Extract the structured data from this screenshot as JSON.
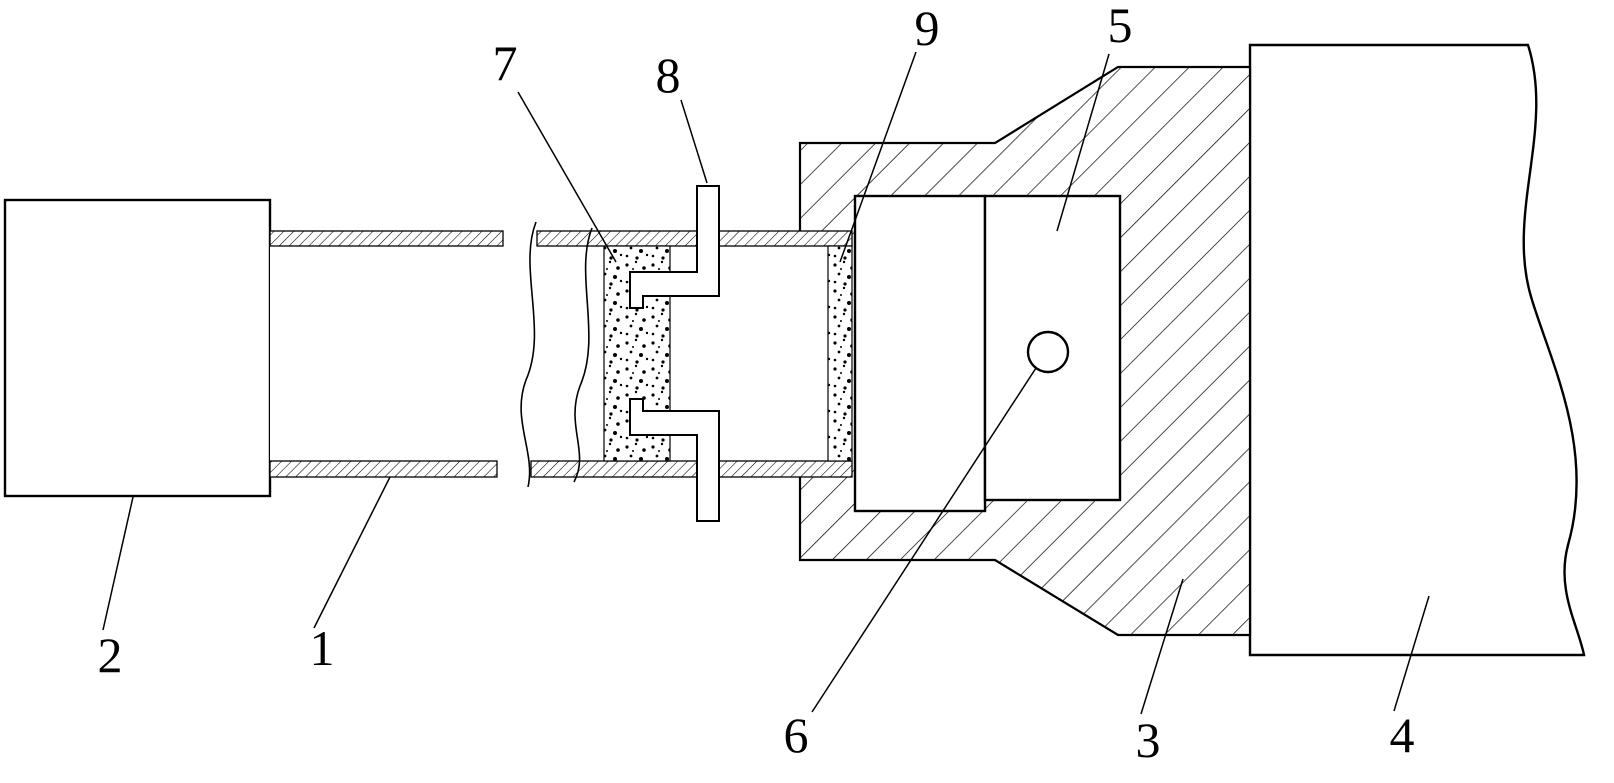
{
  "figure": {
    "background_color": "#ffffff",
    "line_color": "#000000",
    "part_labels": [
      {
        "ref": "1"
      },
      {
        "ref": "2"
      },
      {
        "ref": "3"
      },
      {
        "ref": "4"
      },
      {
        "ref": "5"
      },
      {
        "ref": "6"
      },
      {
        "ref": "7"
      },
      {
        "ref": "8"
      },
      {
        "ref": "9"
      }
    ]
  }
}
